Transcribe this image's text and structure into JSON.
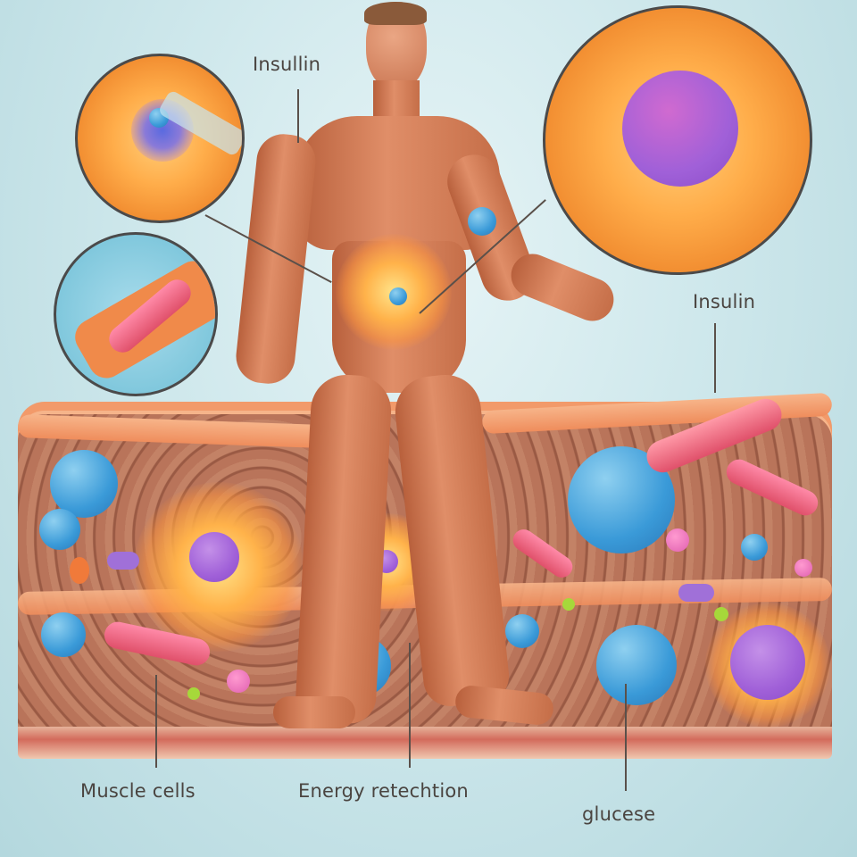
{
  "illustration": {
    "subject": "Muscular human figure with insulin and glucose cell illustrations",
    "background_color": "#cfe8ec",
    "labels": {
      "insulin_top": "Insullin",
      "insulin_right": "Insulin",
      "muscle_cells": "Muscle cells",
      "energy": "Energy retechtion",
      "glucose": "glucese"
    },
    "colors": {
      "muscle": "#d97a55",
      "cell_blue": "#3a9ad8",
      "cell_pink": "#e060b0",
      "cell_purple": "#a060d8",
      "glow_orange": "#ffb24a",
      "tissue": "#b9745a",
      "label_text": "#4a4440"
    }
  }
}
